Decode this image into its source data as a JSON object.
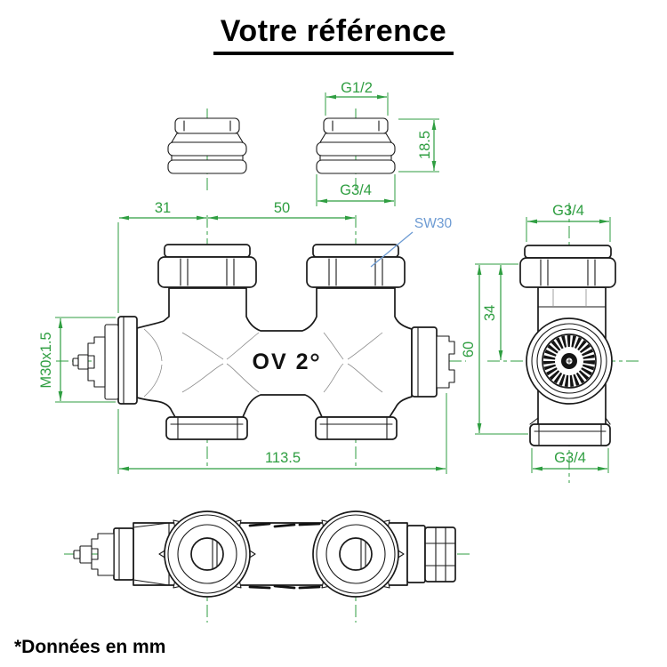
{
  "page": {
    "title": "Votre référence",
    "footnote": "*Données en mm"
  },
  "colors": {
    "background": "#ffffff",
    "outline": "#1a1a1a",
    "dimension_green": "#2f9e41",
    "callout_blue": "#6d9bd3"
  },
  "drawing": {
    "product_label": "OV 2",
    "dimensions": {
      "adapter_top_thread": "G1/2",
      "adapter_height": "18.5",
      "adapter_bottom_thread": "G3/4",
      "offset_left": "31",
      "center_spacing": "50",
      "wrench_size": "SW30",
      "valve_thread": "M30x1.5",
      "overall_length": "113.5",
      "side_top_thread": "G3/4",
      "axis_height": "34",
      "overall_height": "60",
      "side_bottom_thread": "G3/4"
    }
  }
}
